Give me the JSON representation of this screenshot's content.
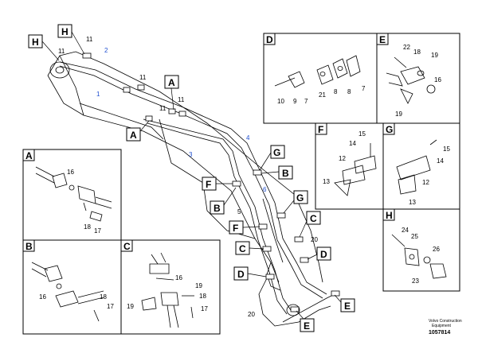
{
  "callouts": {
    "h": "H",
    "a": "A",
    "b": "B",
    "c": "C",
    "d": "D",
    "e": "E",
    "f": "F",
    "g": "G"
  },
  "parts": {
    "p1": "1",
    "p2": "2",
    "p3": "3",
    "p4": "4",
    "p5": "5",
    "p6": "6",
    "p7": "7",
    "p8": "8",
    "p9": "9",
    "p10": "10",
    "p11": "11",
    "p12": "12",
    "p13": "13",
    "p14": "14",
    "p15": "15",
    "p16": "16",
    "p17": "17",
    "p18": "18",
    "p19": "19",
    "p20": "20",
    "p21": "21",
    "p22": "22",
    "p23": "23",
    "p24": "24",
    "p25": "25",
    "p26": "26"
  },
  "footer": {
    "company": "Volvo Construction",
    "subtitle": "Equipment",
    "drawing_no": "1057814"
  },
  "colors": {
    "line": "#000000",
    "hose": "#1f4fd0"
  }
}
